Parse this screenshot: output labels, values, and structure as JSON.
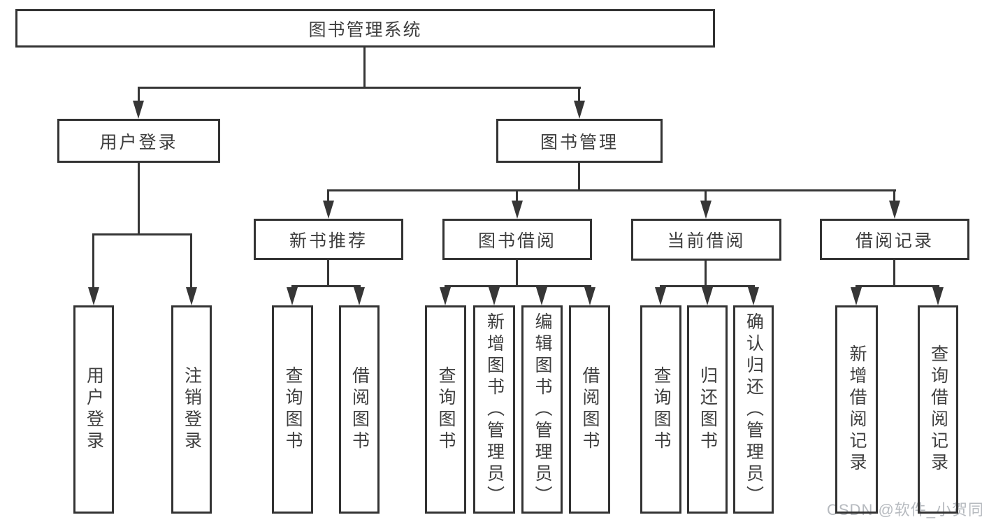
{
  "tree": {
    "root": "图书管理系统",
    "branches": [
      {
        "label": "用户登录",
        "leaves": [
          "用户登录",
          "注销登录"
        ]
      },
      {
        "label": "图书管理",
        "groups": [
          {
            "label": "新书推荐",
            "leaves": [
              "查询图书",
              "借阅图书"
            ]
          },
          {
            "label": "图书借阅",
            "leaves": [
              "查询图书",
              "新增图书（管理员）",
              "编辑图书（管理员）",
              "借阅图书"
            ]
          },
          {
            "label": "当前借阅",
            "leaves": [
              "查询图书",
              "归还图书",
              "确认归还（管理员）"
            ]
          },
          {
            "label": "借阅记录",
            "leaves": [
              "新增借阅记录",
              "查询借阅记录"
            ]
          }
        ]
      }
    ]
  },
  "watermark": "CSDN @软件_小贺同学",
  "colors": {
    "line": "#363636",
    "box_border": "#333333",
    "box_fill": "#ffffff",
    "text": "#3e3e3e",
    "watermark": "#b6babf",
    "background": "#ffffff"
  }
}
